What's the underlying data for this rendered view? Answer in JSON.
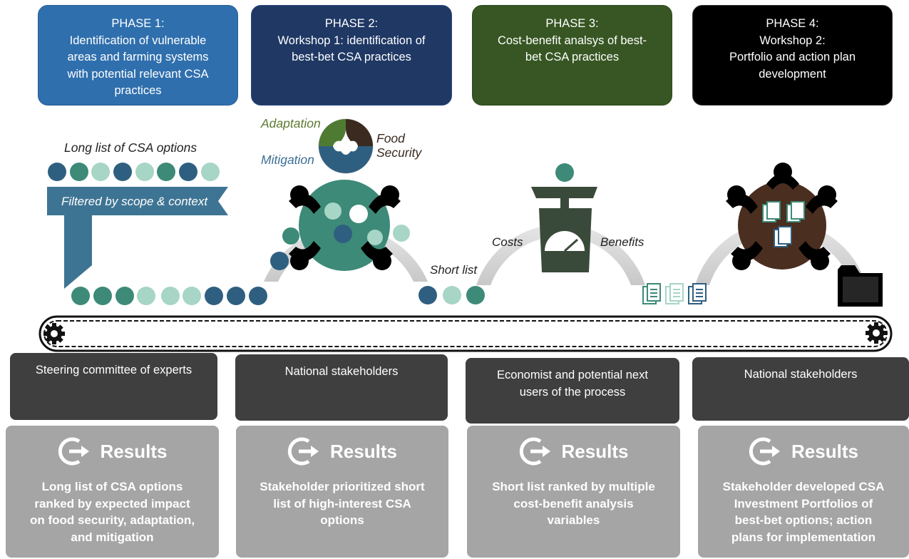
{
  "phases": [
    {
      "lines": [
        "PHASE 1:",
        "Identification of vulnerable",
        "areas and farming systems",
        "with potential relevant CSA",
        "practices"
      ]
    },
    {
      "lines": [
        "PHASE 2:",
        "Workshop 1: identification of",
        "best-bet CSA practices"
      ]
    },
    {
      "lines": [
        "PHASE 3:",
        "Cost-benefit analsys of best-",
        "bet CSA practices"
      ]
    },
    {
      "lines": [
        "PHASE 4:",
        "Workshop 2:",
        "Portfolio and action plan",
        "development"
      ]
    }
  ],
  "diagram": {
    "long_list_label": "Long list of CSA options",
    "filter_label": "Filtered by scope & context",
    "short_list_label": "Short list",
    "adaptation_label": "Adaptation",
    "mitigation_label": "Mitigation",
    "food_security_label": "Food Security",
    "costs_label": "Costs",
    "benefits_label": "Benefits"
  },
  "stakeholders": [
    {
      "lines": [
        "Steering committee of experts"
      ]
    },
    {
      "lines": [
        "National stakeholders"
      ]
    },
    {
      "lines": [
        "Economist and potential next",
        "users of the process"
      ]
    },
    {
      "lines": [
        "National stakeholders"
      ]
    }
  ],
  "results": [
    {
      "title": "Results",
      "lines": [
        "Long list of CSA options",
        "ranked by expected impact",
        "on food security, adaptation,",
        "and mitigation"
      ]
    },
    {
      "title": "Results",
      "lines": [
        "Stakeholder prioritized short",
        "list of high-interest CSA",
        "options"
      ]
    },
    {
      "title": "Results",
      "lines": [
        "Short list ranked by multiple",
        "cost-benefit analysis",
        "variables"
      ]
    },
    {
      "title": "Results",
      "lines": [
        "Stakeholder developed CSA",
        "Investment Portfolios of",
        "best-bet options; action",
        "plans for implementation"
      ]
    }
  ],
  "icons": {
    "results": "circular-arrow-icon",
    "gear": "gear-icon",
    "document": "document-icon",
    "folder": "folder-icon",
    "scale": "scale-icon",
    "puzzle": "puzzle-icon"
  },
  "colors": {
    "teal_dark": "#3d8a78",
    "teal_light": "#a7d5c6",
    "blue_dark": "#2f5f80",
    "gray_arc": "#d9d9d9"
  }
}
